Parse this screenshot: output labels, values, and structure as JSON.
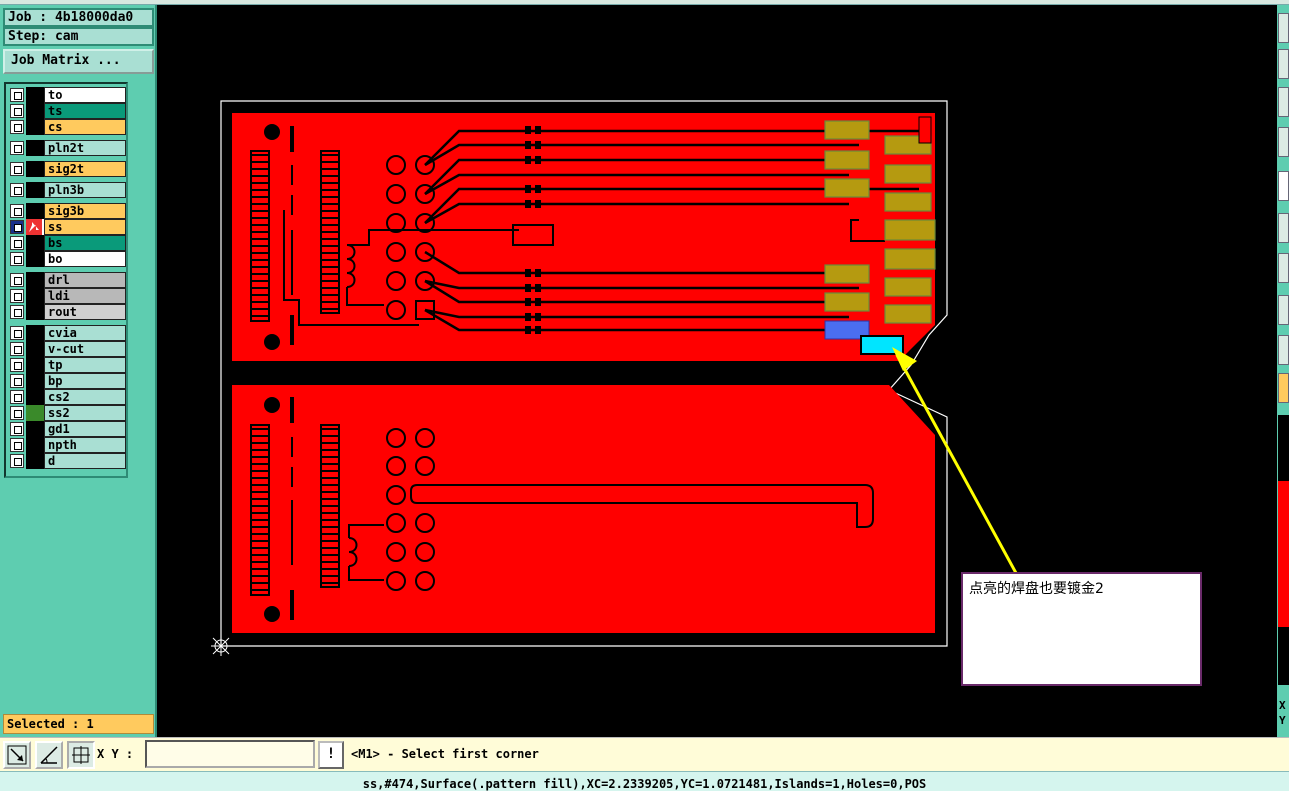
{
  "job": {
    "label": "Job : 4b18000da0",
    "step": "Step: cam",
    "matrix_button": "Job Matrix ..."
  },
  "layers": [
    {
      "name": "to",
      "color": "#ffffff"
    },
    {
      "name": "ts",
      "color": "#0a9a7a"
    },
    {
      "name": "cs",
      "color": "#ffca5e"
    },
    {
      "name": "pln2t",
      "color": "#a9dfd3"
    },
    {
      "name": "sig2t",
      "color": "#ffca5e"
    },
    {
      "name": "pln3b",
      "color": "#a9dfd3"
    },
    {
      "name": "sig3b",
      "color": "#ffca5e"
    },
    {
      "name": "ss",
      "color": "#ffca5e"
    },
    {
      "name": "bs",
      "color": "#0a9a7a"
    },
    {
      "name": "bo",
      "color": "#ffffff"
    },
    {
      "name": "drl",
      "color": "#b8b8b8"
    },
    {
      "name": "ldi",
      "color": "#b8b8b8"
    },
    {
      "name": "rout",
      "color": "#d0d0d0"
    },
    {
      "name": "cvia",
      "color": "#a9dfd3"
    },
    {
      "name": "v-cut",
      "color": "#a9dfd3"
    },
    {
      "name": "tp",
      "color": "#a9dfd3"
    },
    {
      "name": "bp",
      "color": "#a9dfd3"
    },
    {
      "name": "cs2",
      "color": "#a9dfd3"
    },
    {
      "name": "ss2",
      "color": "#a9dfd3"
    },
    {
      "name": "gd1",
      "color": "#a9dfd3"
    },
    {
      "name": "npth",
      "color": "#a9dfd3"
    },
    {
      "name": "d",
      "color": "#a9dfd3"
    }
  ],
  "selected": "Selected : 1",
  "toolbar": {
    "xy_label": "X Y :",
    "xy_value": "",
    "excl": "!",
    "prompt": "<M1> - Select first corner"
  },
  "status": "ss,#474,Surface(.pattern fill),XC=2.2339205,YC=1.0721481,Islands=1,Holes=0,POS",
  "annotation": "点亮的焊盘也要镀金2",
  "right_xy": {
    "x": "X",
    "y": "Y"
  },
  "colors": {
    "copper": "#ff0000",
    "gold_pad": "#b59a10",
    "highlight_pad": "#00e5ff",
    "selected_pad": "#4a6ef0",
    "arrow": "#ffff00"
  }
}
